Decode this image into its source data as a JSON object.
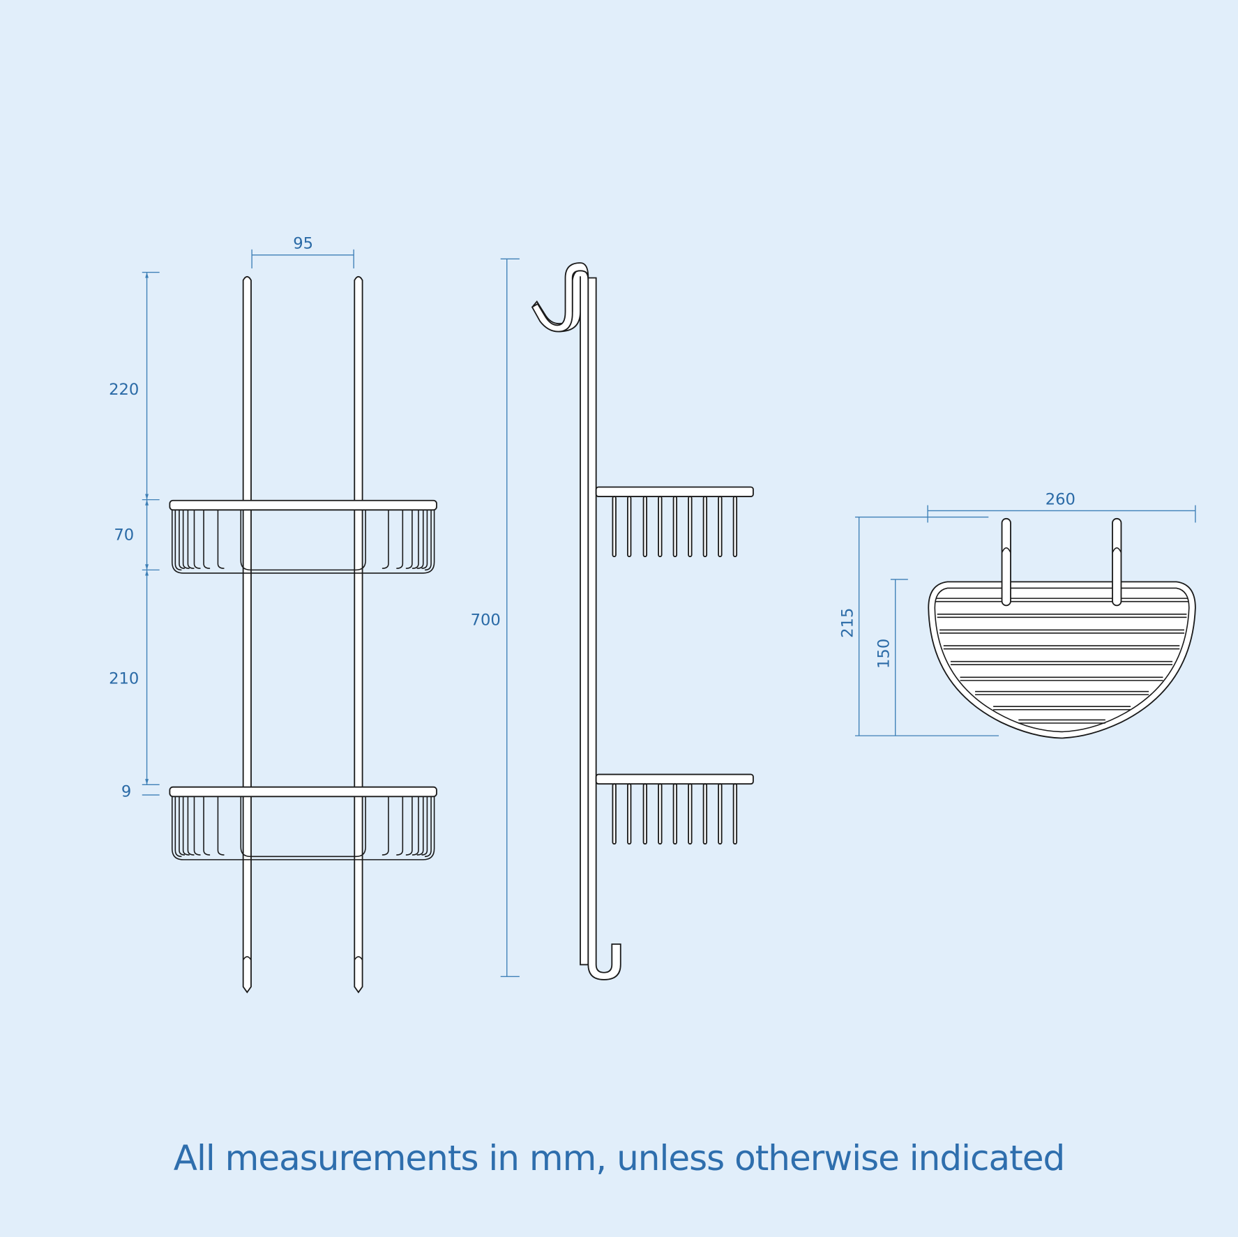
{
  "diagram": {
    "subject": "Two-tier hanging shower caddy technical drawing",
    "colors": {
      "background": "#e1eefa",
      "dimension": "#3d7fb6",
      "dimension_text": "#2a6aa6",
      "outline": "#1a1a1a",
      "fill": "#ffffff"
    },
    "views": {
      "front": {
        "dimensions": {
          "rod_spacing": "95",
          "top_to_upper_basket": "220",
          "upper_basket_height": "70",
          "between_baskets": "210",
          "rim_thickness": "9"
        }
      },
      "side": {
        "dimensions": {
          "overall_height": "700"
        }
      },
      "top": {
        "dimensions": {
          "width": "260",
          "overall_depth": "215",
          "basket_depth": "150"
        }
      }
    },
    "caption": "All measurements in mm, unless otherwise indicated"
  }
}
